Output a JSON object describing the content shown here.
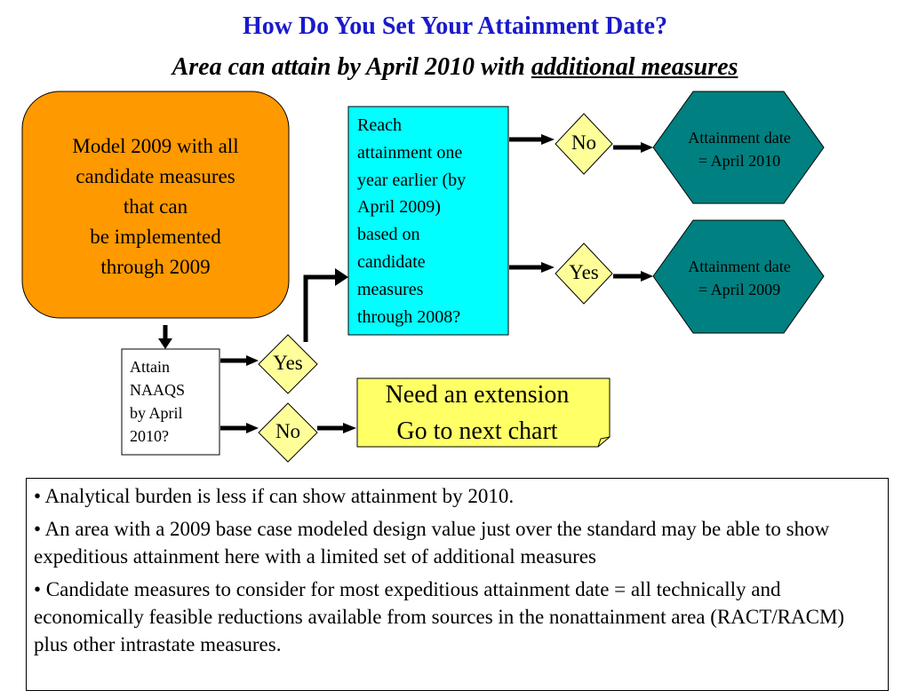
{
  "title": "How Do You Set Your Attainment Date?",
  "subtitle": {
    "prefix": "Area can attain by April 2010 with ",
    "emphasis": "additional measures"
  },
  "model_box": {
    "lines": [
      "Model 2009 with all",
      "candidate measures",
      "that can",
      "be implemented",
      "through 2009"
    ],
    "fill": "#ff9900"
  },
  "reach_box": {
    "lines": [
      "Reach",
      "attainment one",
      "year earlier (by",
      "April 2009)",
      "based on",
      "candidate",
      "measures",
      "through 2008?"
    ],
    "fill": "#00ffff"
  },
  "attain_box": {
    "lines": [
      "Attain",
      "NAAQS",
      "by April",
      "2010?"
    ]
  },
  "decisions": {
    "upper_no": "No",
    "upper_yes": "Yes",
    "lower_yes": "Yes",
    "lower_no": "No",
    "fill": "#ffff99"
  },
  "outcomes": {
    "top": [
      "Attainment date",
      "= April 2010"
    ],
    "bottom": [
      "Attainment date",
      "= April 2009"
    ],
    "fill": "#008080"
  },
  "extension": {
    "lines": [
      "Need an extension",
      "Go to next chart"
    ],
    "fill": "#ffff66"
  },
  "notes": [
    "• Analytical burden is less if can show attainment by 2010.",
    "• An area with a 2009 base case modeled design value just over the standard may be able to show expeditious attainment here with a limited set of additional measures",
    "• Candidate measures to consider for most expeditious attainment date = all technically and economically feasible reductions available from sources in the nonattainment area (RACT/RACM) plus other intrastate measures."
  ]
}
